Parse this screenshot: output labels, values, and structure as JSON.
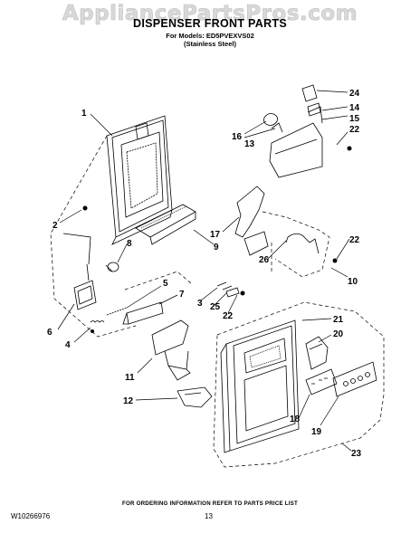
{
  "watermark": "AppliancePartsPros.com",
  "header": {
    "title": "DISPENSER FRONT PARTS",
    "models_line": "For Models: ED5PVEXVS02",
    "variant_line": "(Stainless Steel)"
  },
  "callouts": [
    {
      "id": "c1",
      "label": "1"
    },
    {
      "id": "c2",
      "label": "2"
    },
    {
      "id": "c3",
      "label": "3"
    },
    {
      "id": "c4",
      "label": "4"
    },
    {
      "id": "c5",
      "label": "5"
    },
    {
      "id": "c6",
      "label": "6"
    },
    {
      "id": "c7",
      "label": "7"
    },
    {
      "id": "c8",
      "label": "8"
    },
    {
      "id": "c9",
      "label": "9"
    },
    {
      "id": "c10",
      "label": "10"
    },
    {
      "id": "c11",
      "label": "11"
    },
    {
      "id": "c12",
      "label": "12"
    },
    {
      "id": "c13",
      "label": "13"
    },
    {
      "id": "c14",
      "label": "14"
    },
    {
      "id": "c15",
      "label": "15"
    },
    {
      "id": "c16",
      "label": "16"
    },
    {
      "id": "c17",
      "label": "17"
    },
    {
      "id": "c18",
      "label": "18"
    },
    {
      "id": "c19",
      "label": "19"
    },
    {
      "id": "c20",
      "label": "20"
    },
    {
      "id": "c21",
      "label": "21"
    },
    {
      "id": "c22a",
      "label": "22"
    },
    {
      "id": "c22b",
      "label": "22"
    },
    {
      "id": "c22c",
      "label": "22"
    },
    {
      "id": "c23",
      "label": "23"
    },
    {
      "id": "c24",
      "label": "24"
    },
    {
      "id": "c25",
      "label": "25"
    },
    {
      "id": "c26",
      "label": "26"
    }
  ],
  "footer": {
    "note": "FOR ORDERING INFORMATION REFER TO PARTS PRICE LIST",
    "doc_number": "W10266976",
    "page_number": "13"
  }
}
